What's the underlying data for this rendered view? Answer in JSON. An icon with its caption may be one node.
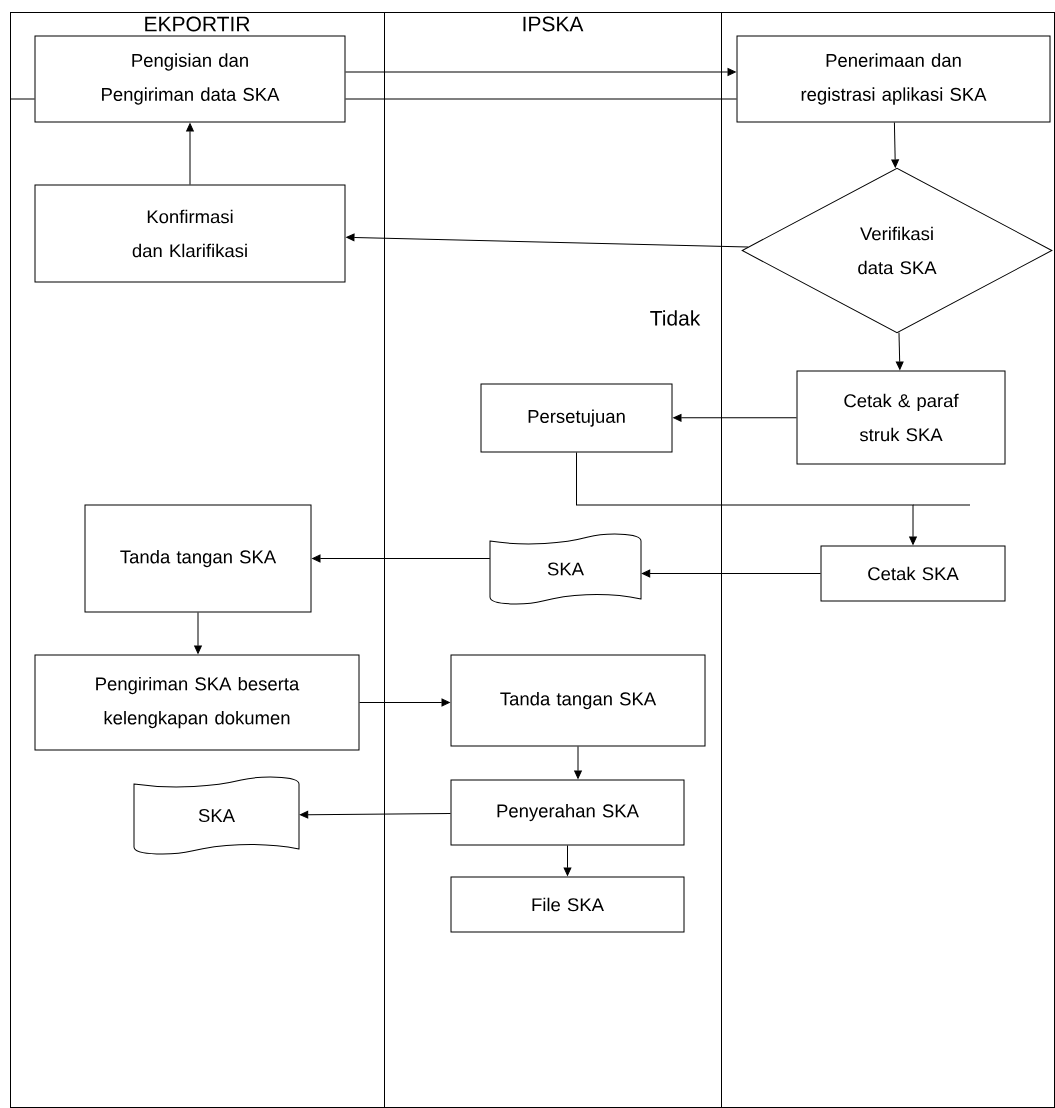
{
  "diagram": {
    "nodes": [
      {
        "text": [
          "EKPORTIR"
        ]
      },
      {
        "text": [
          "IPSKA"
        ]
      },
      {
        "text": [],
        "shape": "box"
      },
      {
        "text": [
          "Pengisian dan Pengiriman data SKA"
        ],
        "in": 0
      },
      {
        "text": [
          "Penerimaan dan registrasi aplikasi SKA"
        ],
        "in": 2
      },
      {
        "text": [
          "Konfirmasi dan Klarifikasi"
        ],
        "in": 0
      },
      {
        "text": [
          "Verifikasi data SKA"
        ],
        "in": 2
      },
      {
        "text": [
          "Persetujuan"
        ],
        "in": 1
      },
      {
        "text": [
          "Cetak & paraf struk SKA"
        ],
        "in": 2
      },
      {
        "text": [
          "Tanda tangan SKA"
        ],
        "in": 0
      },
      {
        "text": [
          "SKA"
        ],
        "in": 1
      },
      {
        "text": [
          "Cetak SKA"
        ],
        "in": 2
      },
      {
        "text": [
          "Pengiriman SKA beserta kelengkapan dokumen"
        ],
        "in": 0
      },
      {
        "text": [
          "Tanda tangan SKA"
        ],
        "in": 1
      },
      {
        "text": [
          "SKA"
        ],
        "in": 0
      },
      {
        "text": [
          "Penyerahan SKA"
        ],
        "in": 1
      },
      {
        "text": [
          "File SKA"
        ],
        "in": 1
      }
    ],
    "edges": [
      {
        "from": 3,
        "to": 4,
        "arrow": "to"
      },
      {
        "from": 3,
        "to": 4,
        "arrow": "none"
      },
      {
        "from": 4,
        "to": 6,
        "arrow": "to"
      },
      {
        "from": 6,
        "to": 5,
        "arrow": "to"
      },
      {
        "from": 5,
        "to": 3,
        "arrow": "to"
      },
      {
        "from": 6,
        "to": 8,
        "arrow": "to"
      },
      {
        "from": 8,
        "to": 7,
        "arrow": "to"
      },
      {
        "from": 7,
        "to": 11,
        "arrow": "to"
      },
      {
        "from": 11,
        "to": 10,
        "arrow": "to"
      },
      {
        "from": 10,
        "to": 9,
        "arrow": "to"
      },
      {
        "from": 9,
        "to": 12,
        "arrow": "to"
      },
      {
        "from": 12,
        "to": 13,
        "arrow": "to"
      },
      {
        "from": 13,
        "to": 15,
        "arrow": "to"
      },
      {
        "from": 15,
        "to": 14,
        "arrow": "to"
      },
      {
        "from": 15,
        "to": 16,
        "arrow": "to"
      }
    ],
    "labels": [
      "Tidak"
    ]
  }
}
